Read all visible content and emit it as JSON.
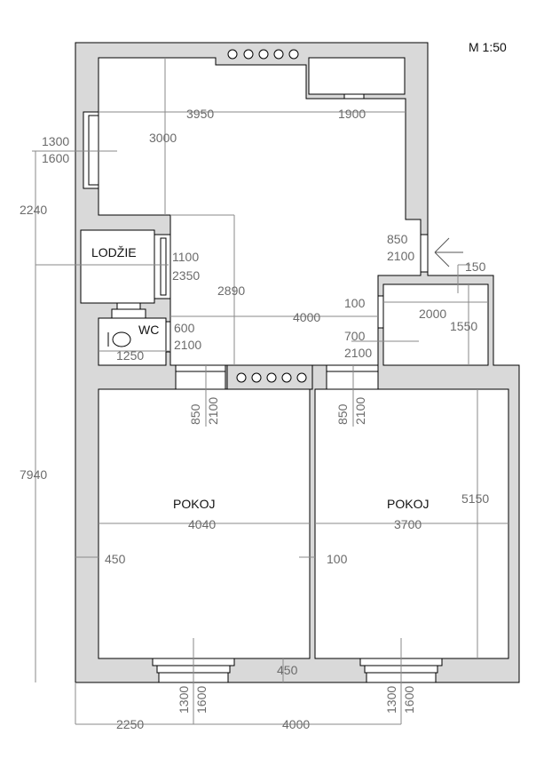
{
  "scale": "M 1:50",
  "rooms": {
    "lodzie": "LODŽIE",
    "wc": "WC",
    "pokoj_left": "POKOJ",
    "pokoj_right": "POKOJ"
  },
  "dims": {
    "d3950": "3950",
    "d1900": "1900",
    "d1300a": "1300",
    "d1600a": "1600",
    "d3000": "3000",
    "d2240": "2240",
    "d850a": "850",
    "d2100a": "2100",
    "d150": "150",
    "d1100": "1100",
    "d2350": "2350",
    "d2890": "2890",
    "d100a": "100",
    "d2000": "2000",
    "d1550": "1550",
    "d600": "600",
    "d2100b": "2100",
    "d4000a": "4000",
    "d700": "700",
    "d2100c": "2100",
    "d1250": "1250",
    "d850b": "850",
    "d2100d": "2100",
    "d850c": "850",
    "d2100e": "2100",
    "d7940": "7940",
    "d4040": "4040",
    "d3700": "3700",
    "d5150": "5150",
    "d450a": "450",
    "d100b": "100",
    "d450b": "450",
    "d1300b": "1300",
    "d1600b": "1600",
    "d1300c": "1300",
    "d1600c": "1600",
    "d2250": "2250",
    "d4000b": "4000"
  },
  "colors": {
    "wall": "#d9d9d9",
    "line": "#000000",
    "dimline": "#8a8a8a"
  }
}
